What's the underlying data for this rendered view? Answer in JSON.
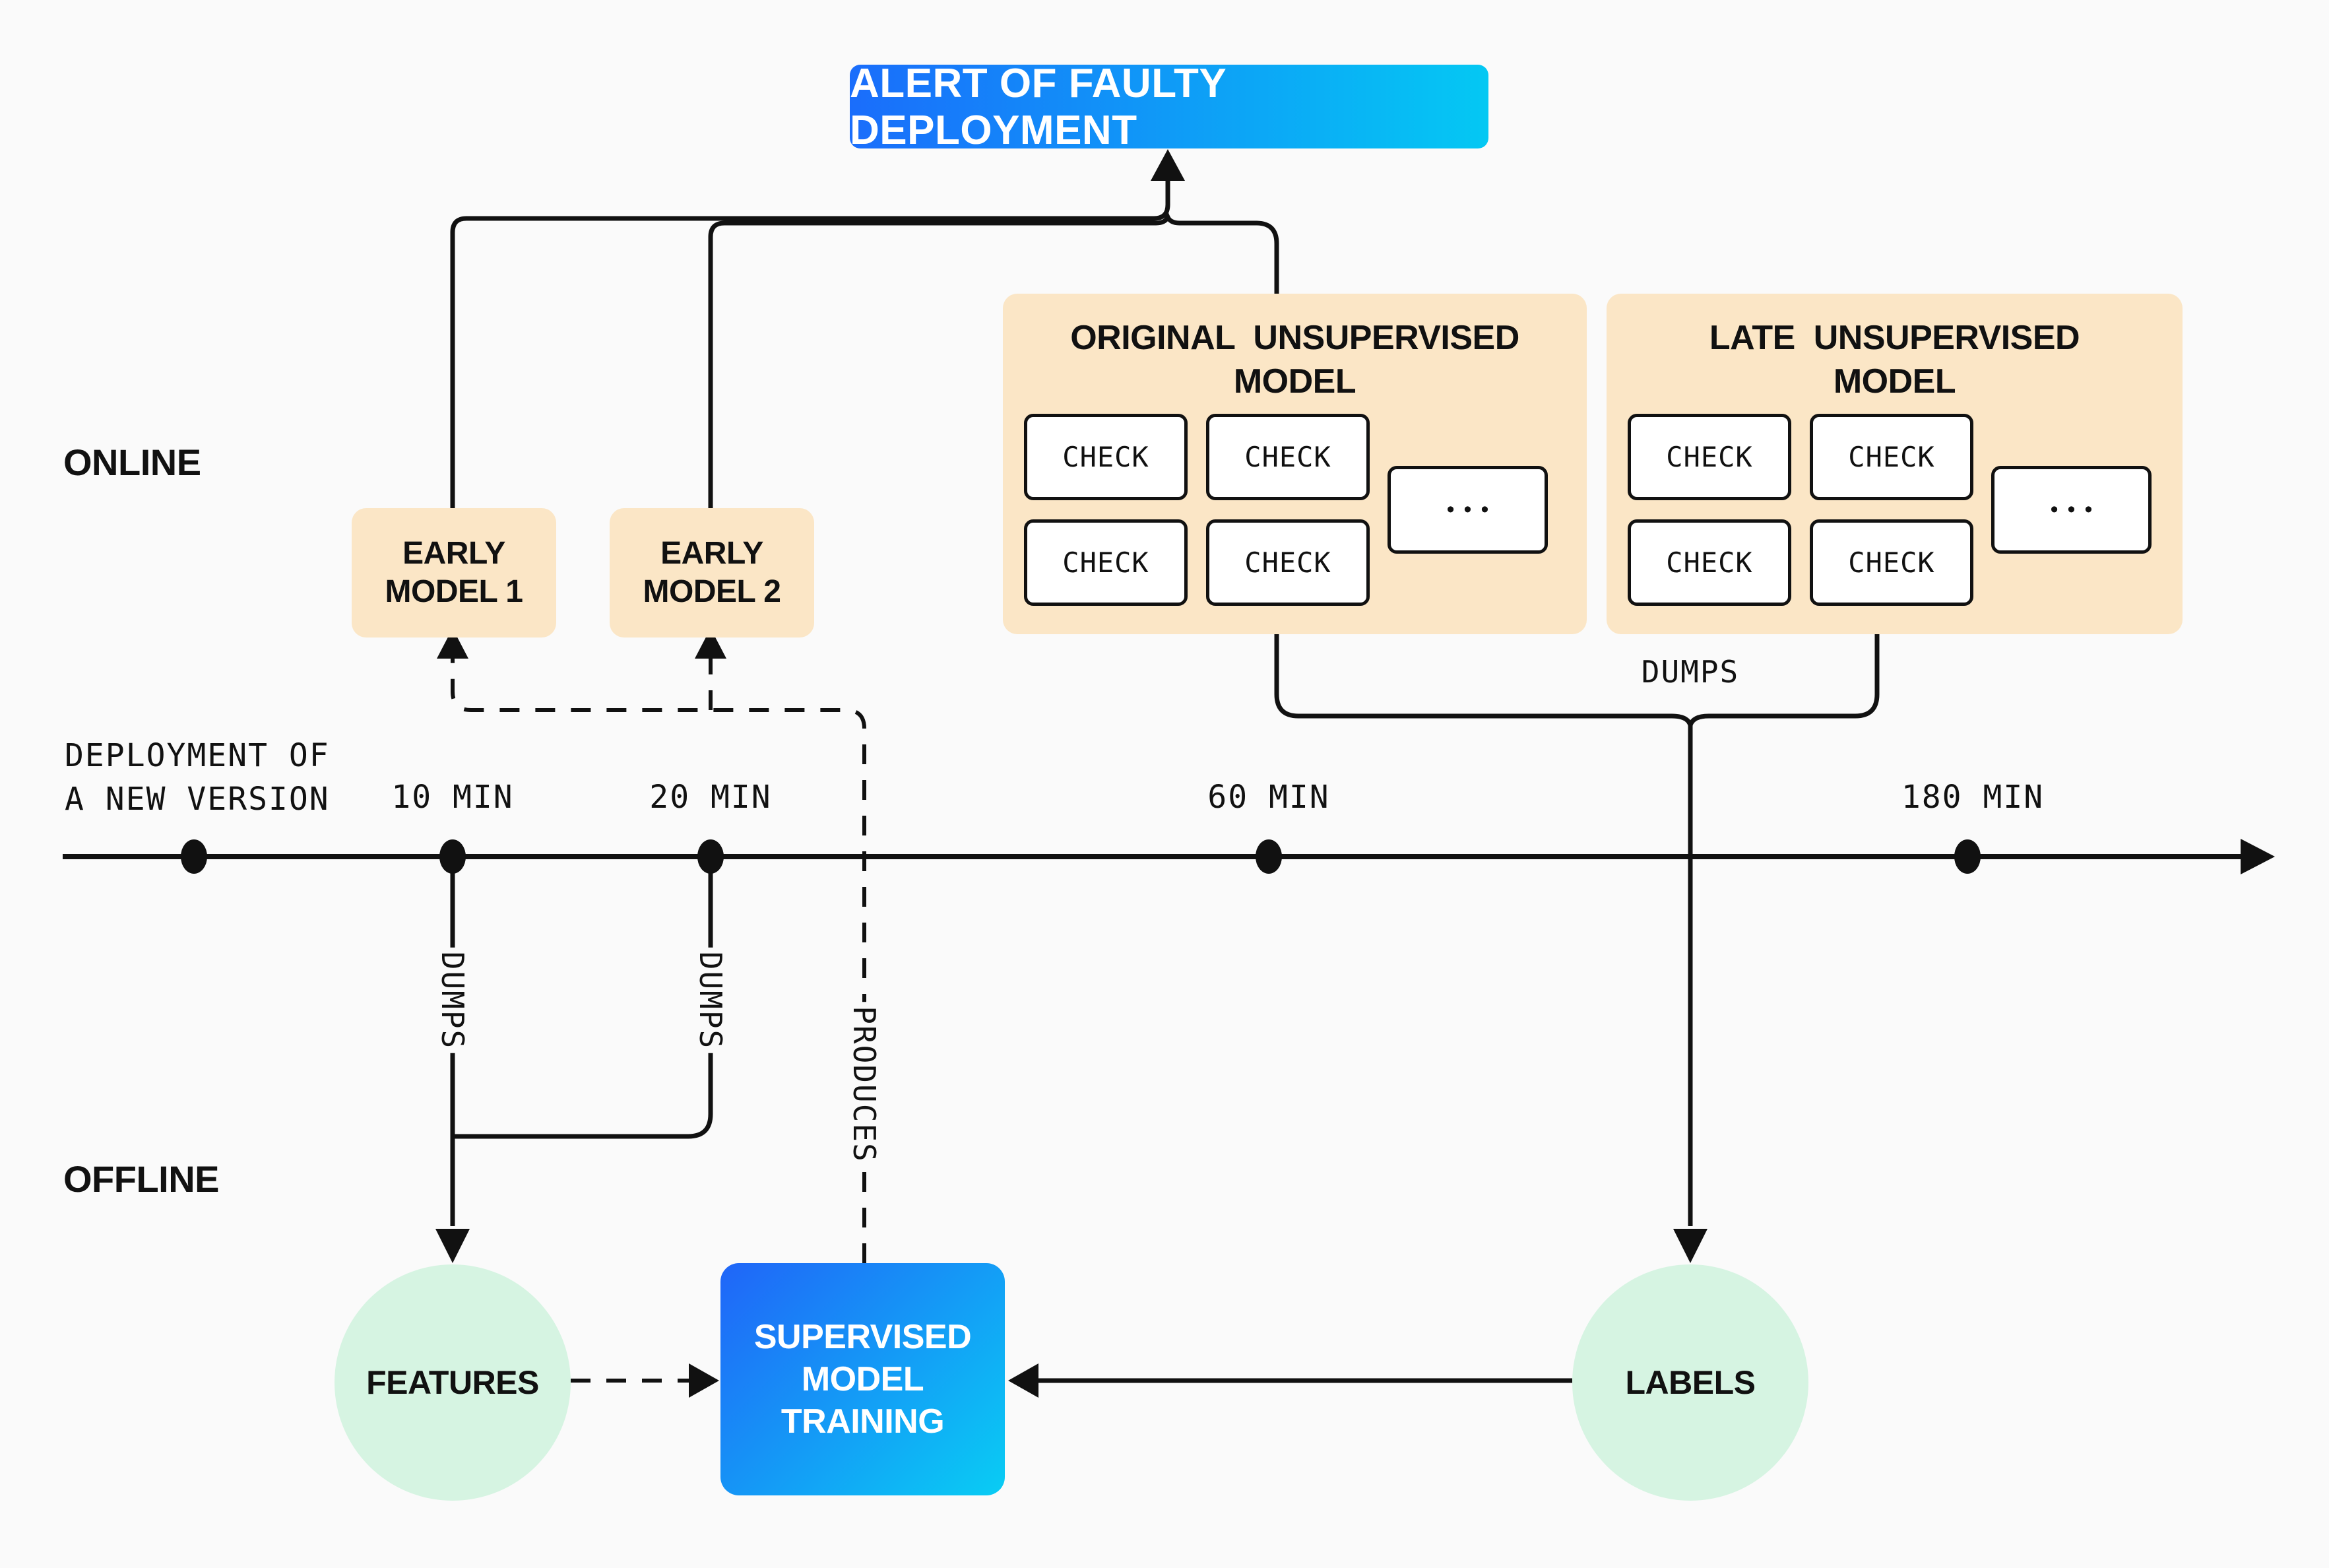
{
  "page": {
    "background": "#fafafa",
    "line_color": "#111111",
    "peach_color": "#fbe6c6",
    "mint_color": "#d6f4e2",
    "blue_gradient_start": "#1a6dfb",
    "blue_gradient_end": "#04c8f3"
  },
  "alert": {
    "label": "ALERT OF FAULTY DEPLOYMENT"
  },
  "sections": {
    "online": "ONLINE",
    "offline": "OFFLINE"
  },
  "early_models": [
    {
      "line1": "EARLY",
      "line2": "MODEL 1"
    },
    {
      "line1": "EARLY",
      "line2": "MODEL 2"
    }
  ],
  "models": {
    "original": {
      "title_line1": "ORIGINAL UNSUPERVISED",
      "title_line2": "MODEL",
      "checks": [
        "CHECK",
        "CHECK",
        "CHECK",
        "CHECK"
      ],
      "more": "•••"
    },
    "late": {
      "title_line1": "LATE UNSUPERVISED",
      "title_line2": "MODEL",
      "checks": [
        "CHECK",
        "CHECK",
        "CHECK",
        "CHECK"
      ],
      "more": "•••"
    }
  },
  "timeline": {
    "origin_line1": "DEPLOYMENT OF",
    "origin_line2": "A NEW VERSION",
    "tick_10": "10 MIN",
    "tick_20": "20 MIN",
    "tick_60": "60 MIN",
    "tick_180": "180 MIN"
  },
  "edge_labels": {
    "dumps_left": "DUMPS",
    "dumps_right": "DUMPS",
    "dumps_bracket": "DUMPS",
    "produces": "PRODUCES"
  },
  "offline_nodes": {
    "features": "FEATURES",
    "labels": "LABELS",
    "training_line1": "SUPERVISED",
    "training_line2": "MODEL",
    "training_line3": "TRAINING"
  }
}
